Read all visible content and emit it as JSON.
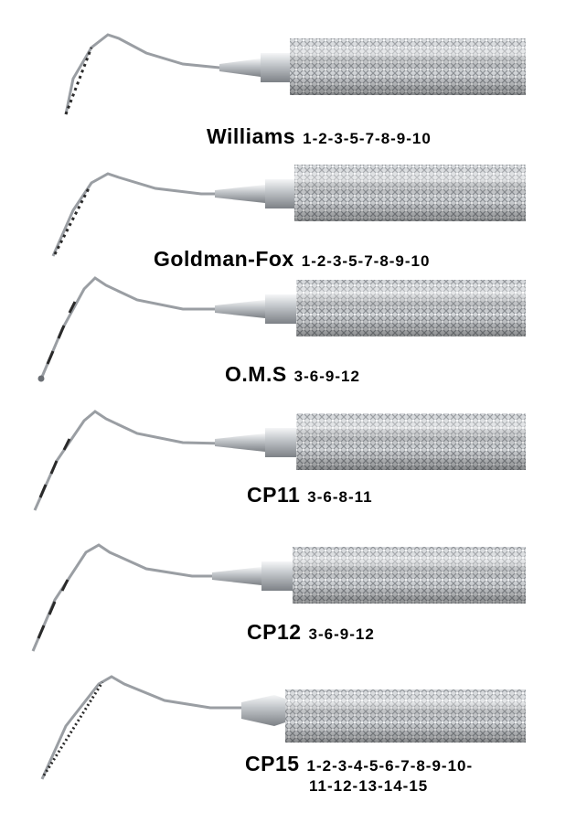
{
  "palette": {
    "handle_light": "#eef0f2",
    "handle_mid": "#c9ccd0",
    "handle_dark": "#8d9196",
    "shank": "#9a9ea3",
    "band": "#2a2a2a"
  },
  "probes": [
    {
      "name": "Williams",
      "markings": "1-2-3-5-7-8-9-10",
      "markings_line2": ""
    },
    {
      "name": "Goldman-Fox",
      "markings": "1-2-3-5-7-8-9-10",
      "markings_line2": ""
    },
    {
      "name": "O.M.S",
      "markings": "3-6-9-12",
      "markings_line2": ""
    },
    {
      "name": "CP11",
      "markings": "3-6-8-11",
      "markings_line2": ""
    },
    {
      "name": "CP12",
      "markings": "3-6-9-12",
      "markings_line2": ""
    },
    {
      "name": "CP15",
      "markings": "1-2-3-4-5-6-7-8-9-10-",
      "markings_line2": "11-12-13-14-15"
    }
  ]
}
